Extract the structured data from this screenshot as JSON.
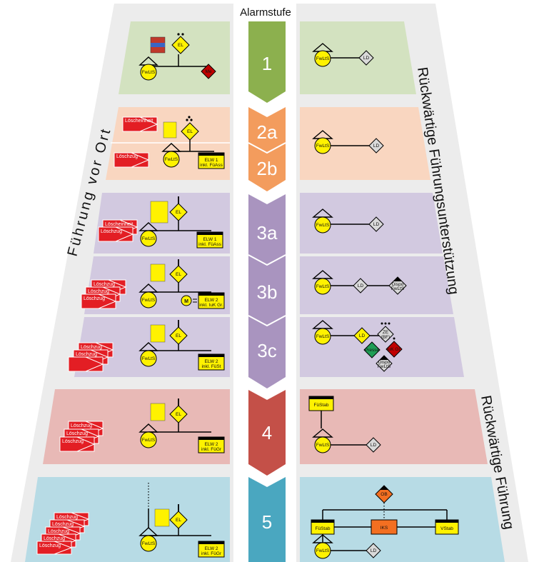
{
  "title": "Alarmstufe",
  "left_label": "Führung vor Ort",
  "right_label_top": "Rückwärtige Führungsunterstützung",
  "right_label_bottom": "Rückwärtige Führung",
  "colors": {
    "green": "#d3e2c0",
    "orange": "#f9d6c0",
    "purple": "#d2c9e0",
    "red": "#e8b9b6",
    "blue": "#b7dbe5",
    "grey": "#ececec",
    "arrow_green": "#8cb04e",
    "arrow_orange": "#f39c5d",
    "arrow_purple": "#a994bf",
    "arrow_red": "#c45048",
    "arrow_blue": "#4aa7c0"
  },
  "levels": {
    "l1": "1",
    "l2a": "2a",
    "l2b": "2b",
    "l3a": "3a",
    "l3b": "3b",
    "l3c": "3c",
    "l4": "4",
    "l5": "5"
  },
  "units": {
    "fwlts": "FwLtS",
    "el": "EL",
    "ld": "LD",
    "me": "Me",
    "loescheinheit": "Löscheinheit",
    "loeschzug": "Löschzug",
    "elw1_a": "ELW 1",
    "elw1_b": "inkl. FüAss",
    "elw2_a": "ELW 2",
    "elw2_b_3b": "inkl. IuK Gr.",
    "elw2_b_3c": "inkl. FüSt",
    "elw2_b_4": "inkl. FüGr",
    "m": "M",
    "ze_a": "ZE",
    "ze_b": "(BF)",
    "dispo_a": "Dispo",
    "dispo_b": "FwLtS",
    "presse": "Presse",
    "iuk": "IuK Gr.",
    "fuestab": "FüStab",
    "ob": "OB",
    "iks": "IKS",
    "vstab": "VStab"
  }
}
